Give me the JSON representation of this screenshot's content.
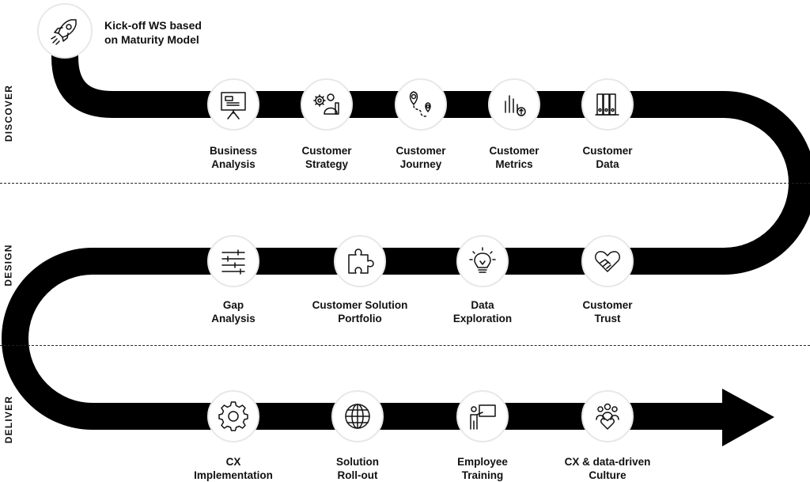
{
  "phases": {
    "discover": "DISCOVER",
    "design": "DESIGN",
    "deliver": "DELIVER"
  },
  "start": {
    "icon": "rocket-icon",
    "line1": "Kick-off WS based",
    "line2": "on Maturity Model"
  },
  "steps": [
    {
      "icon": "presentation-board-icon",
      "line1": "Business",
      "line2": "Analysis"
    },
    {
      "icon": "gear-person-icon",
      "line1": "Customer",
      "line2": "Strategy"
    },
    {
      "icon": "map-pin-route-icon",
      "line1": "Customer",
      "line2": "Journey"
    },
    {
      "icon": "bar-chart-arrow-icon",
      "line1": "Customer",
      "line2": "Metrics"
    },
    {
      "icon": "binders-icon",
      "line1": "Customer",
      "line2": "Data"
    },
    {
      "icon": "heart-handshake-icon",
      "line1": "Customer",
      "line2": "Trust"
    },
    {
      "icon": "lightbulb-icon",
      "line1": "Data",
      "line2": "Exploration"
    },
    {
      "icon": "puzzle-piece-icon",
      "line1": "Customer Solution",
      "line2": "Portfolio"
    },
    {
      "icon": "sliders-icon",
      "line1": "Gap",
      "line2": "Analysis"
    },
    {
      "icon": "gear-icon",
      "line1": "CX",
      "line2": "Implementation"
    },
    {
      "icon": "globe-icon",
      "line1": "Solution",
      "line2": "Roll-out"
    },
    {
      "icon": "trainer-board-icon",
      "line1": "Employee",
      "line2": "Training"
    },
    {
      "icon": "team-heart-icon",
      "line1": "CX & data-driven",
      "line2": "Culture"
    }
  ],
  "colors": {
    "road": "#000000",
    "background": "#ffffff",
    "node_border": "#e8e8e8"
  }
}
